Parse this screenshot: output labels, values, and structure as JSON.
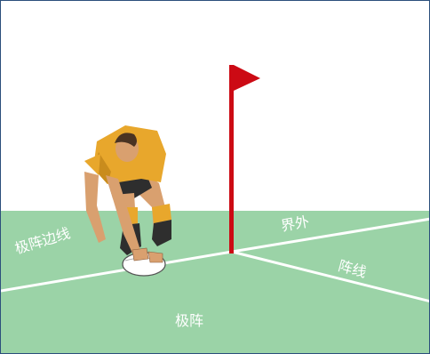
{
  "labels": {
    "goal_line": "极阵边线",
    "out_of_play": "界外",
    "touch_line": "阵线",
    "in_goal": "极阵"
  },
  "colors": {
    "sky": "#ffffff",
    "grass": "#9bd3a7",
    "line": "#ffffff",
    "flag": "#cc0a14",
    "jersey": "#e8a72c",
    "shorts": "#2e2e2e",
    "skin": "#d9a06f",
    "border": "#2c4f7c"
  }
}
